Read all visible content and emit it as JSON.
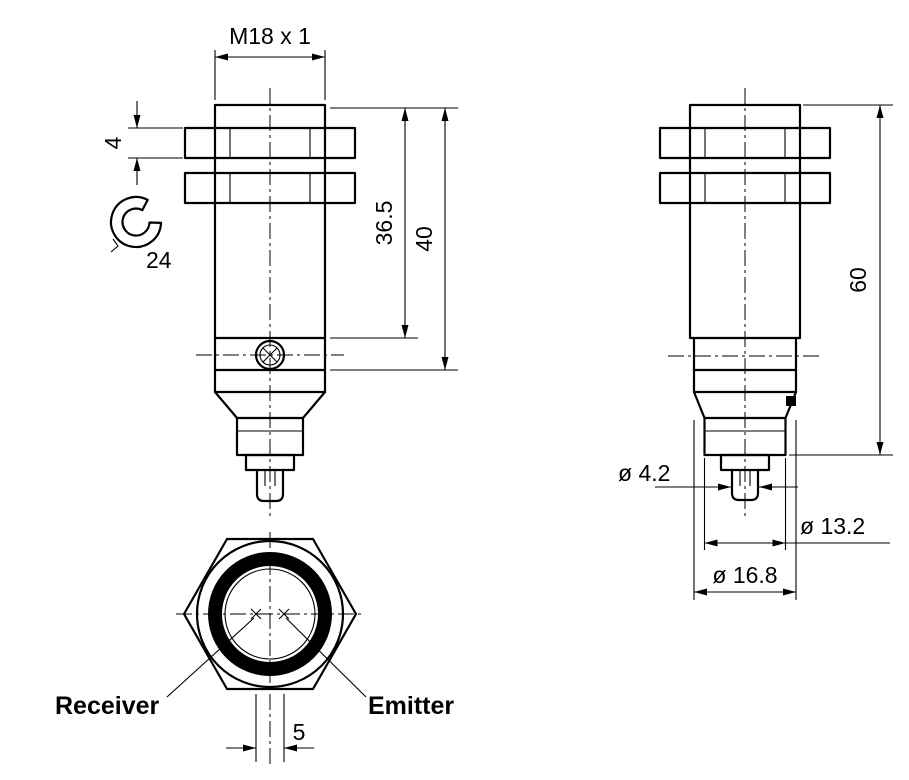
{
  "drawing": {
    "type": "technical-dimension-drawing",
    "subject": "M18 cylindrical photoelectric sensor, side views and front view",
    "colors": {
      "line": "#000000",
      "background": "#ffffff"
    }
  },
  "labels": {
    "thread_spec": "M18 x 1",
    "nut_height": "4",
    "wrench_size": "24",
    "thread_length": "36.5",
    "body_length": "40",
    "total_length": "60",
    "pin_diameter": "ø 4.2",
    "connector_diameter": "ø 13.2",
    "sleeve_diameter": "ø 16.8",
    "receiver": "Receiver",
    "emitter": "Emitter",
    "lens_spacing": "5"
  }
}
